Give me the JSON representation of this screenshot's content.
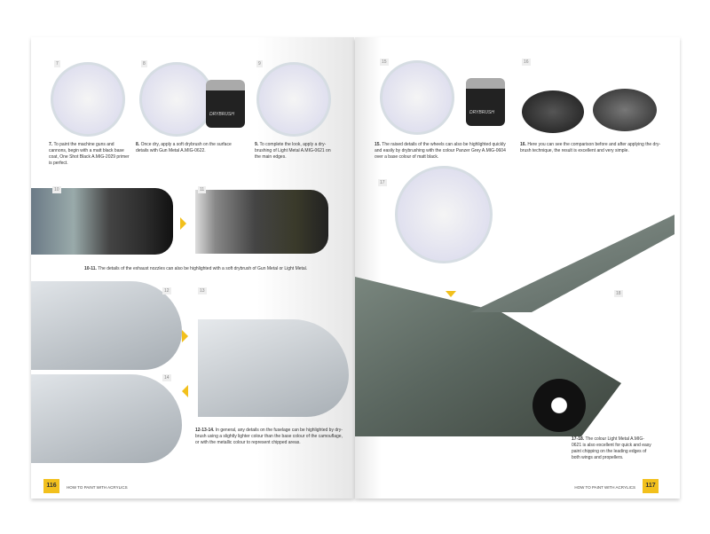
{
  "left_page": {
    "photo_numbers": [
      "7",
      "8",
      "9",
      "10",
      "11",
      "12",
      "13",
      "14"
    ],
    "product_label": "DRYBRUSH",
    "captions": [
      {
        "num": "7.",
        "text": "To paint the machine guns and cannons, begin with a matt black base coat, One Shot Black A.MIG-2029 primer is perfect."
      },
      {
        "num": "8.",
        "text": "Once dry, apply a soft drybrush on the surface details with Gun Metal A.MIG-0622."
      },
      {
        "num": "9.",
        "text": "To complete the look, apply a dry-brushing of Light Metal A.MIG-0621 on the main edges."
      },
      {
        "num": "10-11.",
        "text": "The details of the exhaust nozzles can also be highlighted with a soft drybrush of Gun Metal or Light Metal."
      },
      {
        "num": "12-13-14.",
        "text": "In general, any details on the fuselage can be highlighted by dry-brush using a slightly lighter colour than the base colour of the camouflage, or with the metallic colour to represent chipped areas."
      }
    ],
    "page_number": "116",
    "running_title": "HOW TO PAINT WITH ACRYLICS"
  },
  "right_page": {
    "photo_numbers": [
      "15",
      "16",
      "17",
      "18"
    ],
    "product_label": "DRYBRUSH",
    "captions": [
      {
        "num": "15.",
        "text": "The raised details of the wheels can also be highlighted quickly and easily by drybrushing with the colour Panzer Grey A.MIG-0604 over a base colour of matt black."
      },
      {
        "num": "16.",
        "text": "Here you can see the comparison before and after applying the dry-brush technique, the result is excellent and very simple."
      },
      {
        "num": "17-18.",
        "text": "The colour Light Metal A.MIG-0621 is also excellent for quick and easy paint chipping on the leading edges of both wings and propellers."
      }
    ],
    "page_number": "117",
    "running_title": "HOW TO PAINT WITH ACRYLICS"
  },
  "colors": {
    "accent": "#f2c01c"
  }
}
